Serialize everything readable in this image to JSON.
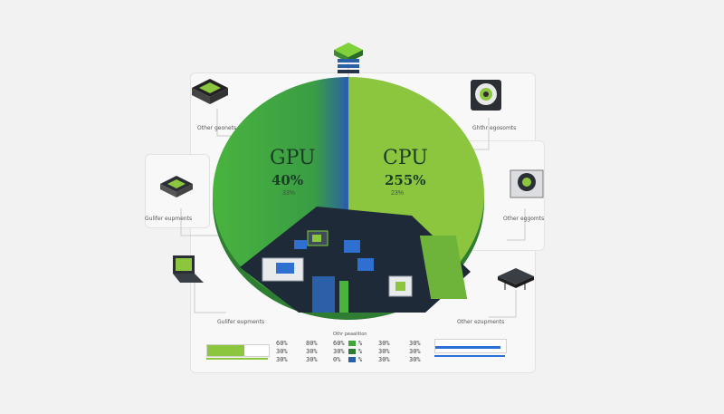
{
  "chart_data": {
    "type": "pie",
    "slices": [
      {
        "label": "GPU",
        "value_label": "40%",
        "sub_label": "33%",
        "color": "#3fa63a"
      },
      {
        "label": "CPU",
        "value_label": "255%",
        "sub_label": "23%",
        "color": "#8cc63f"
      },
      {
        "label": "",
        "value_label": "",
        "sub_label": "",
        "color": "#2b5fa8"
      }
    ],
    "annotations": [
      "Other geonets",
      "Ghthr egosomts",
      "Gulifer eupments",
      "Other eggomts",
      "Other ezupments"
    ],
    "legend_header": "Othr peaalition",
    "legend_left": {
      "col1": [
        "60%",
        "30%",
        "30%"
      ],
      "col2": [
        "80%",
        "30%",
        "30%"
      ]
    },
    "legend_mid": {
      "col1": [
        "60%",
        "30%",
        "0%"
      ],
      "col2": [
        "%",
        "%",
        "%"
      ]
    },
    "legend_right": {
      "col1": [
        "30%",
        "30%",
        "30%"
      ],
      "col2": [
        "30%",
        "30%",
        "30%"
      ]
    },
    "bars": {
      "left_color": "#8cc63f",
      "right_color": "#2a6fd6"
    }
  }
}
